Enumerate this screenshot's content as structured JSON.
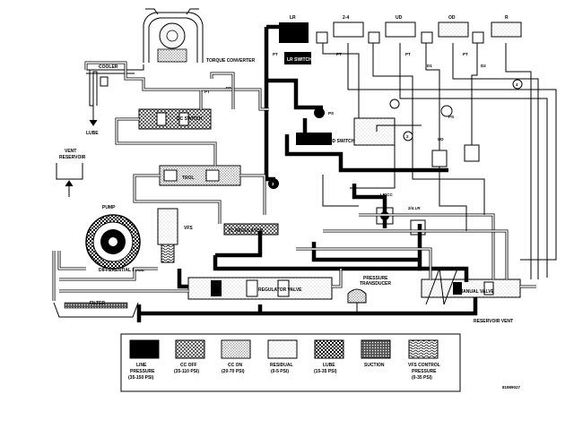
{
  "labels": {
    "torque_converter": "TORQUE CONVERTER",
    "cooler": "COOLER",
    "lube": "LUBE",
    "vent_reservoir": "VENT\nRESERVOIR",
    "pump": "PUMP",
    "differential_lube": "DIFFERENTIAL LUBE",
    "filter": "FILTER",
    "cc_switch": "CC SWITCH",
    "trol": "TROL",
    "vfs": "VFS",
    "tc_regulator": "TC REGULATOR",
    "regulator_valve": "REGULATOR VALVE",
    "pressure_transducer": "PRESSURE\nTRANSDUCER",
    "manual_valve": "MANUAL VALVE",
    "reservoir_vent": "RESERVOIR VENT",
    "solenoid_switch": "SOLENOID SWITCH",
    "lr_switch": "LR SWITCH",
    "lr": "LR",
    "c24": "2-4",
    "ud": "UD",
    "od": "OD",
    "r": "R",
    "pt": "PT",
    "d1": "D1",
    "d2": "D2",
    "ps": "PS",
    "lrcc": "LR/CC",
    "c24lr": "2/4 LR",
    "num3": "3",
    "num2": "2",
    "num4": "4",
    "figure_id": "81989027"
  },
  "legend": [
    {
      "name": "LINE\nPRESSURE\n(35-150 PSI)",
      "swatch": "solid-black"
    },
    {
      "name": "CC OFF\n(35-110 PSI)",
      "swatch": "crosshatch"
    },
    {
      "name": "CC ON\n(20-70 PSI)",
      "swatch": "stipple"
    },
    {
      "name": "RESIDUAL\n(0-5 PSI)",
      "swatch": "light-dots"
    },
    {
      "name": "LUBE\n(15-35 PSI)",
      "swatch": "checker"
    },
    {
      "name": "SUCTION",
      "swatch": "dark-dots"
    },
    {
      "name": "VFS CONTROL\nPRESSURE\n(0-35 PSI)",
      "swatch": "worm"
    }
  ],
  "colors": {
    "ink": "#000000",
    "paper": "#ffffff"
  }
}
